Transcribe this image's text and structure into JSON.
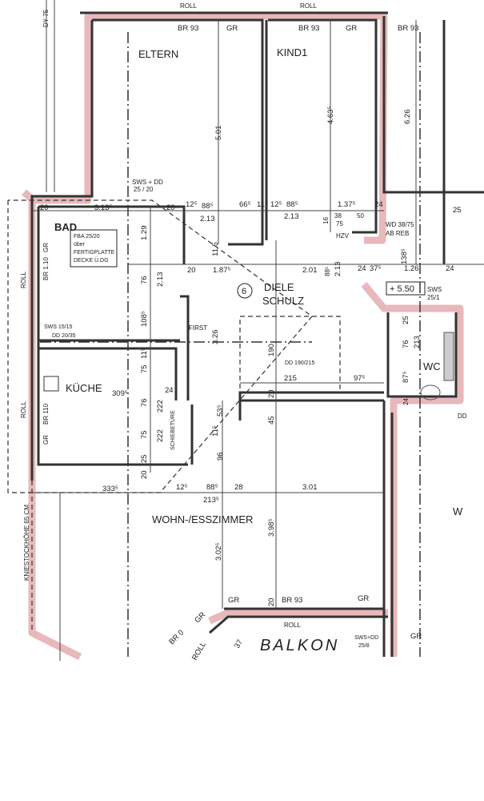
{
  "rooms": {
    "eltern": "ELTERN",
    "kind": "KIND1",
    "bad": "BAD",
    "kueche": "KÜCHE",
    "diele": "DIELE",
    "diele_name": "SCHULZ",
    "diele_number": "6",
    "wc": "WC",
    "wohn": "WOHN-/ESSZIMMER",
    "balkon": "BALKON",
    "right_partial": "W"
  },
  "annotations": {
    "dy": "DY 75",
    "roll_top1": "ROLL",
    "roll_top2": "ROLL",
    "br93_1": "BR 93",
    "gr_1": "GR",
    "br93_2": "BR 93",
    "gr_2": "GR",
    "br93_3": "BR 93",
    "sws_dd": "SWS + DD",
    "sws_dd_size": "25 / 20",
    "fba": "FBA 25/20",
    "fba2": "über",
    "fba3": "FERTIGPLATTE",
    "fba4": "DECKE Ü.DG",
    "wd": "WD 38/75",
    "abreb": "AB REB",
    "hzv": "HZV",
    "level": "+ 5.50",
    "sws_wc": "SWS",
    "sws_wc_size": "25/1",
    "gr_bad": "GR",
    "br110_bad": "BR 1.10",
    "roll_bad": "ROLL",
    "sws1515": "SWS 15/15",
    "dd2035": "DD 20/35",
    "first": "FIRST",
    "dd190": "DD 190/215",
    "roll_kueche": "ROLL",
    "br110_kueche": "BR 110",
    "gr_kueche": "GR",
    "schiebetuere": "SCHIEBETÜRE",
    "kniestock": "KNIESTOCKHÖHE 65 CM",
    "gr_w1": "GR",
    "br93_w": "BR 93",
    "gr_w2": "GR",
    "gr_w3": "GR",
    "br0": "BR 0",
    "roll_w1": "ROLL",
    "roll_w2": "ROLL",
    "sws_balkon": "SWS+DD",
    "sws_balkon_size": "25/8",
    "gr_right": "GR",
    "dd_right": "DD"
  },
  "dimensions": {
    "d501": "5.01",
    "d4635": "4.63⁵",
    "d626": "6.26",
    "d313": "3.13⁵",
    "d20a": "20",
    "d20b": "20",
    "d125a": "12⁵",
    "d885a": "88⁵",
    "d665": "66⁵",
    "d115": "11⁵",
    "d125b": "12⁵",
    "d885b": "88⁵",
    "d1375": "1.37⁵",
    "d24a": "24",
    "d25": "25",
    "d213a": "2.13",
    "d213b": "2.13",
    "d38": "38",
    "d50": "50",
    "d75": "75",
    "d16": "16",
    "d1385": "138⁵",
    "d129": "1.29",
    "d115v": "11.5",
    "d76a": "76",
    "d213c": "2.13",
    "d20c": "20",
    "d1875": "1.87⁵",
    "d201": "2.01",
    "d885c": "88⁵",
    "d213d": "2.13",
    "d24b": "24",
    "d375": "37⁵",
    "d126": "1.26",
    "d24c": "24",
    "d1085": "108⁵",
    "d326": "3.26",
    "d190": "190",
    "d215": "215",
    "d975": "97⁵",
    "d20d": "20",
    "d45": "45",
    "d25wc": "25",
    "d76wc": "76",
    "d213wc": "213",
    "d875": "87⁵",
    "d24wc": "24",
    "d115b": "11⁵",
    "d75b": "75",
    "d3095": "309⁵",
    "d24k": "24",
    "d76k": "76",
    "d222a": "222",
    "d535": "53⁵",
    "d75k": "75",
    "d222b": "222",
    "d115c": "11⁵",
    "d96": "96",
    "d25k": "25",
    "d20k": "20",
    "d3335": "333⁵",
    "d125c": "12⁵",
    "d885d": "88⁵",
    "d28": "28",
    "d301": "3.01",
    "d2135": "213⁵",
    "d3985": "3.98⁵",
    "d3025": "3.02⁵",
    "d20w": "20",
    "d37": "37"
  },
  "colors": {
    "wall_fill": "#e8b8bb",
    "line": "#333333"
  }
}
